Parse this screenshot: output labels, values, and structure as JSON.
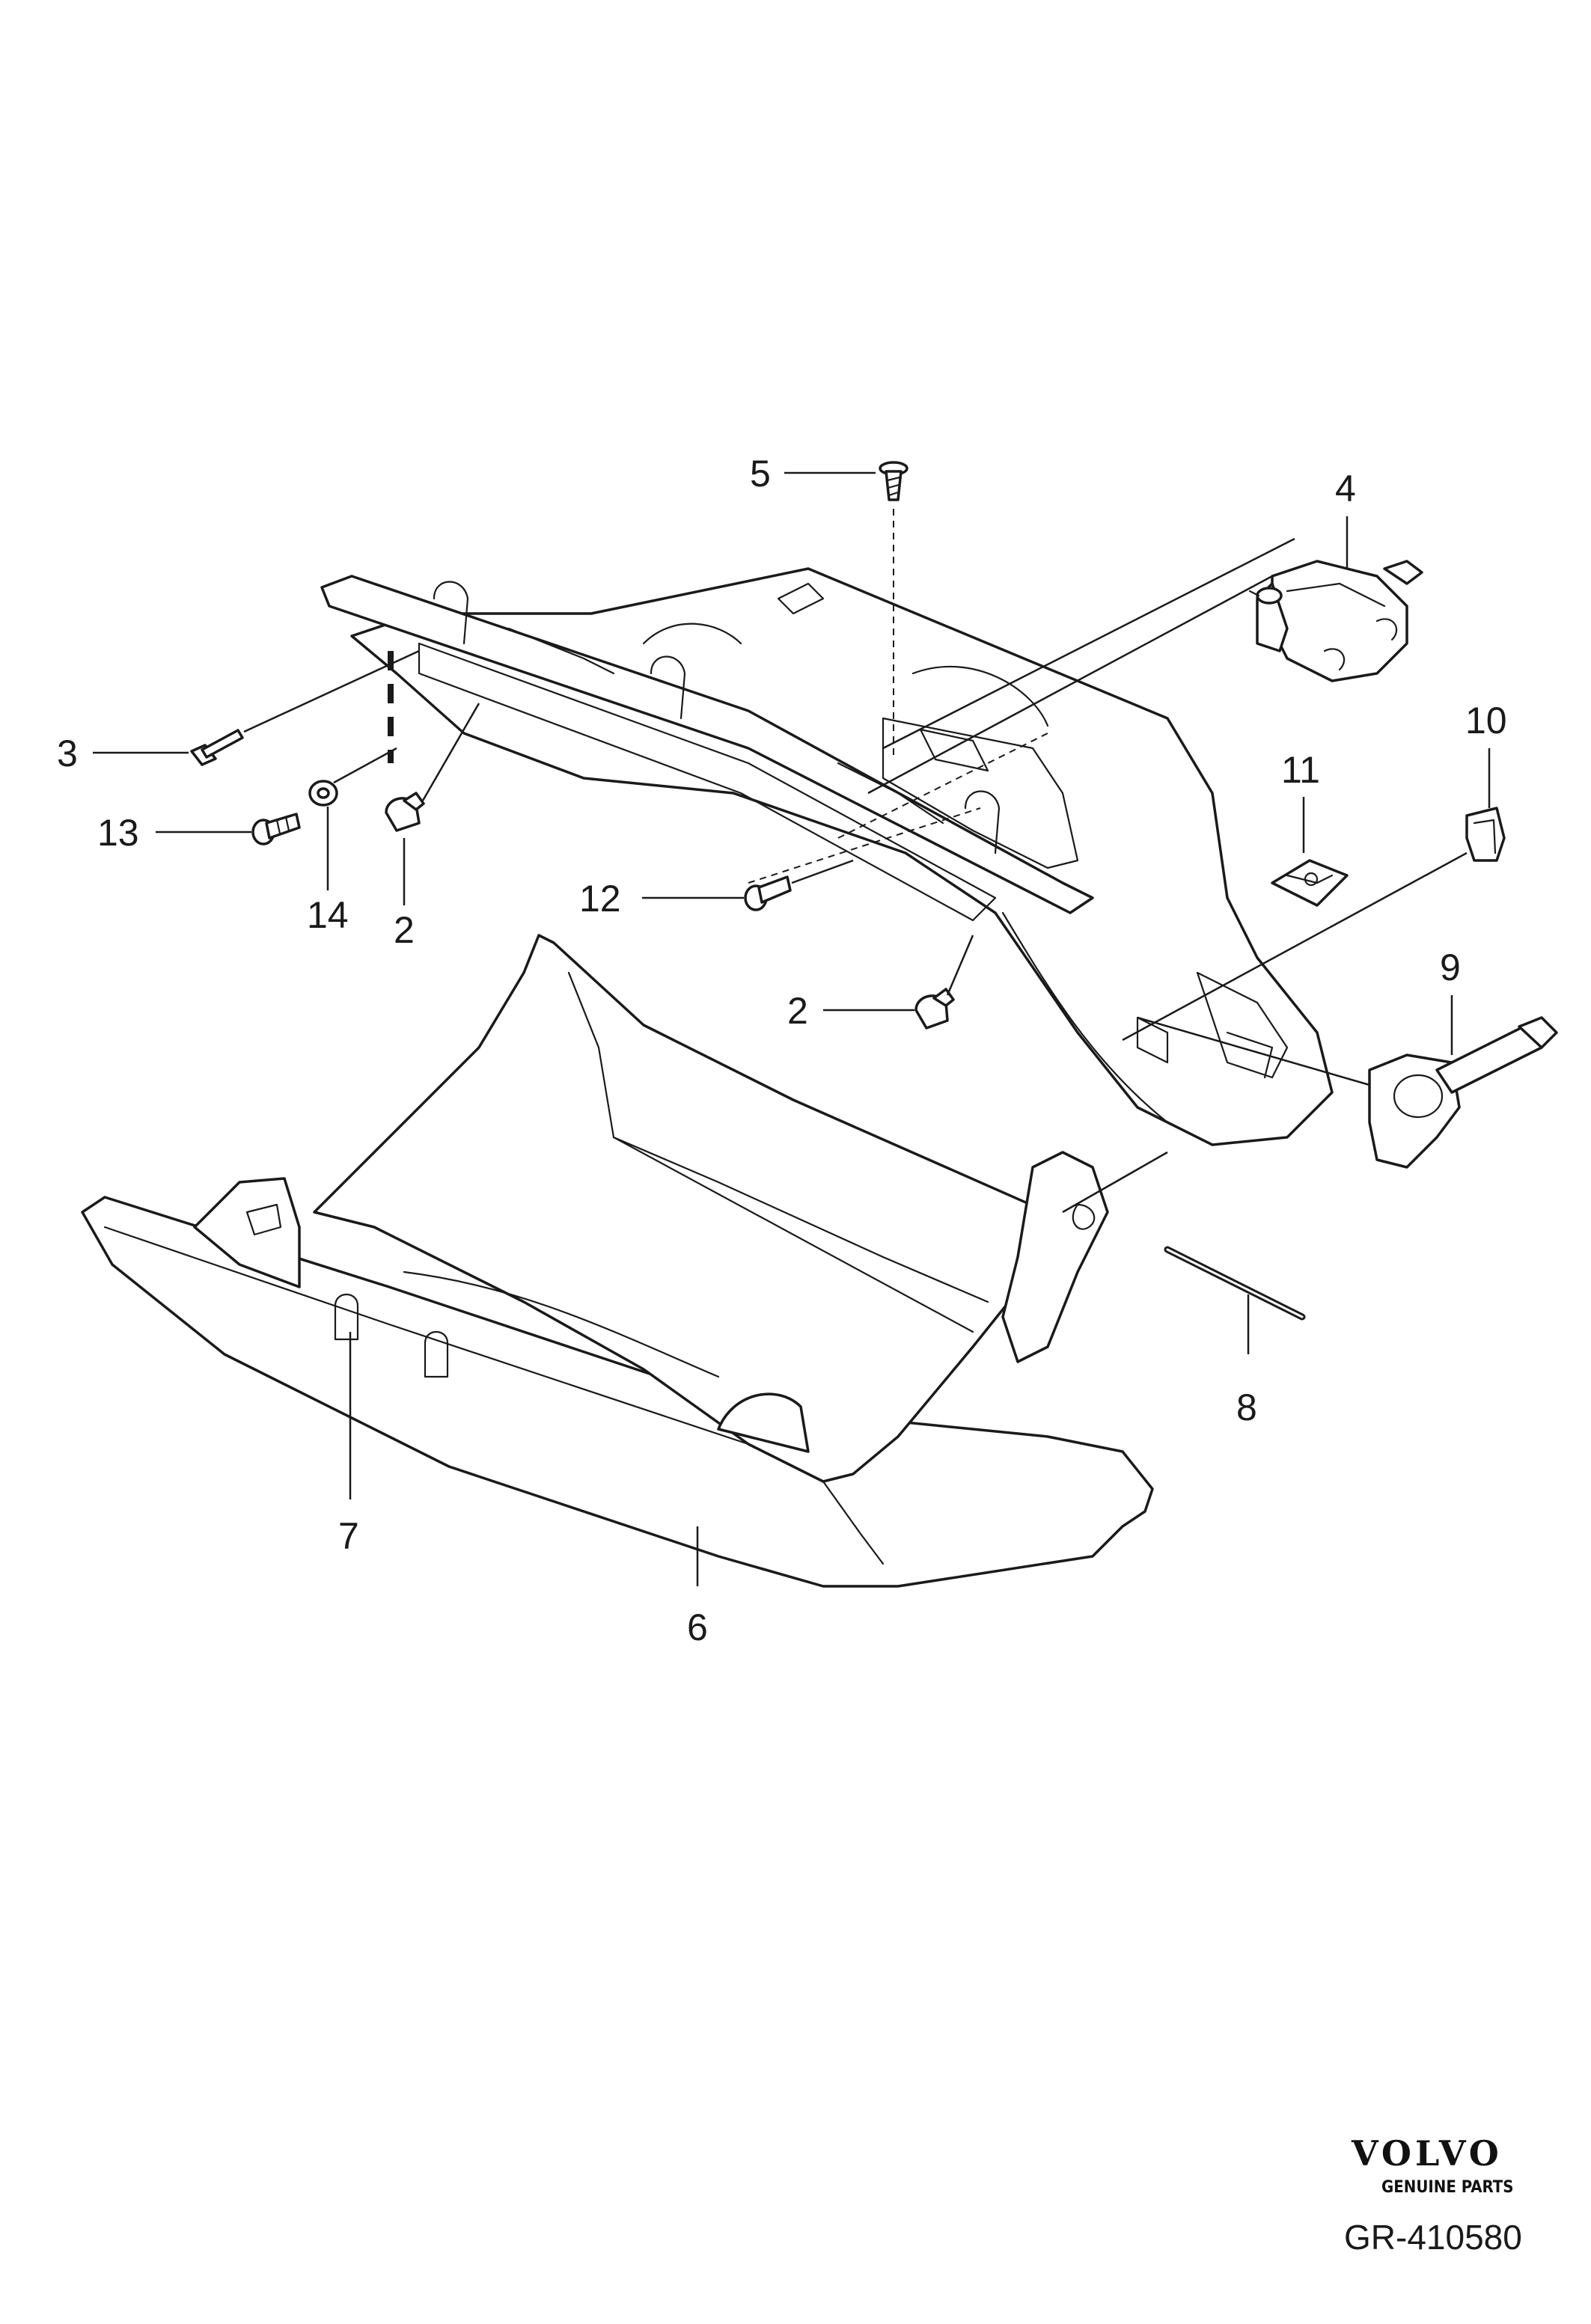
{
  "diagram": {
    "callouts": [
      {
        "id": "5",
        "label": "5"
      },
      {
        "id": "4",
        "label": "4"
      },
      {
        "id": "3",
        "label": "3"
      },
      {
        "id": "10",
        "label": "10"
      },
      {
        "id": "11",
        "label": "11"
      },
      {
        "id": "13",
        "label": "13"
      },
      {
        "id": "14",
        "label": "14"
      },
      {
        "id": "2a",
        "label": "2"
      },
      {
        "id": "12",
        "label": "12"
      },
      {
        "id": "2b",
        "label": "2"
      },
      {
        "id": "9",
        "label": "9"
      },
      {
        "id": "8",
        "label": "8"
      },
      {
        "id": "7",
        "label": "7"
      },
      {
        "id": "6",
        "label": "6"
      }
    ]
  },
  "branding": {
    "logo_text": "VOLVO",
    "tagline": "GENUINE PARTS",
    "diagram_ref": "GR-410580"
  }
}
